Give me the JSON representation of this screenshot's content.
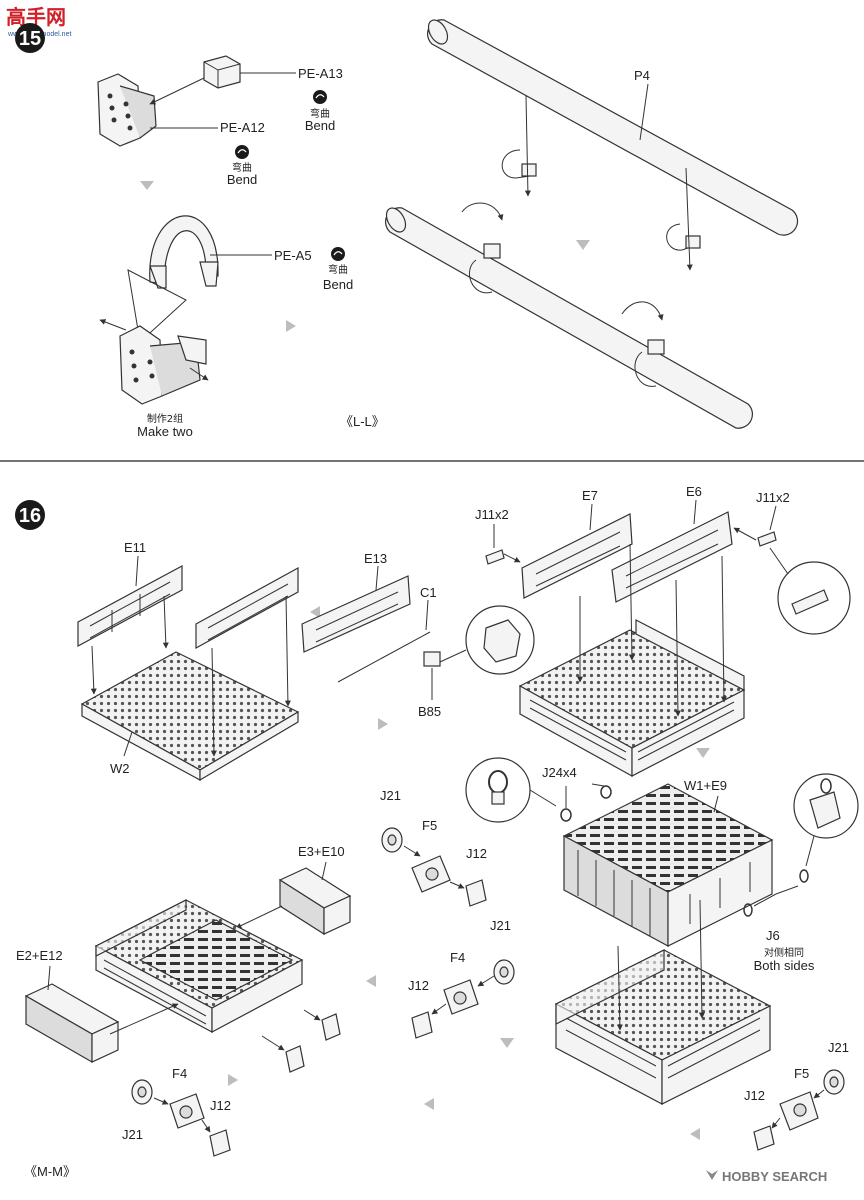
{
  "header": {
    "logo_cn": "高手网",
    "logo_sub": "www.ahm-model.net"
  },
  "step15": {
    "number": "15",
    "labels": {
      "pe_a13": "PE-A13",
      "pe_a12": "PE-A12",
      "pe_a5": "PE-A5",
      "p4": "P4"
    },
    "bend_cn": "弯曲",
    "bend_en": "Bend",
    "make_two_cn": "制作2组",
    "make_two_en": "Make two",
    "section_mark": "《L-L》"
  },
  "step16": {
    "number": "16",
    "labels": {
      "e11": "E11",
      "w2": "W2",
      "e13": "E13",
      "c1": "C1",
      "b85": "B85",
      "j11x2_left": "J11x2",
      "e7": "E7",
      "e6": "E6",
      "j11x2_right": "J11x2",
      "j24x4": "J24x4",
      "w1e9": "W1+E9",
      "j6": "J6",
      "both_sides_cn": "对侧相同",
      "both_sides_en": "Both sides",
      "j21_a": "J21",
      "f5_a": "F5",
      "j12_a": "J12",
      "j21_b": "J21",
      "f4_a": "F4",
      "j12_b": "J12",
      "e3e10": "E3+E10",
      "e2e12": "E2+E12",
      "f4_b": "F4",
      "j12_c": "J12",
      "j21_c": "J21",
      "j21_d": "J21",
      "f5_b": "F5",
      "j12_d": "J12"
    },
    "section_mark": "《M-M》"
  },
  "footer": {
    "brand": "HOBBY SEARCH"
  },
  "colors": {
    "line": "#333333",
    "badge": "#1a1a1a",
    "flow_arrow": "#bdbdbd",
    "logo_red": "#d0202a",
    "logo_blue": "#2c5aa0"
  }
}
